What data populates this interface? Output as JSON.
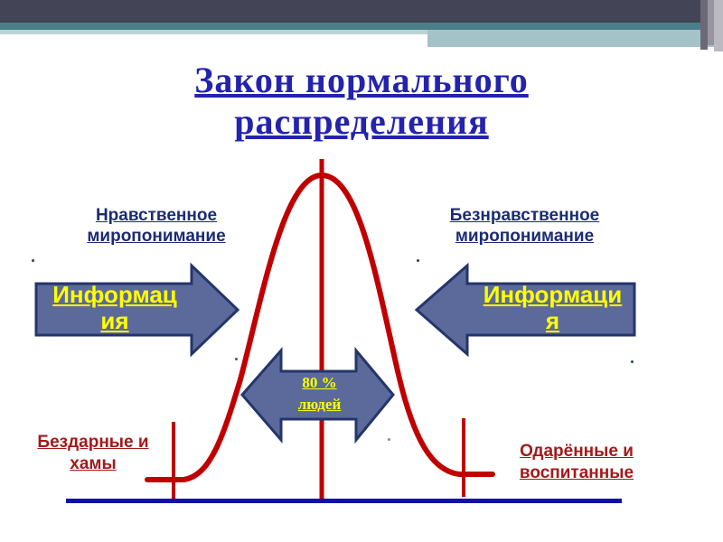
{
  "title": "Закон нормального распределения",
  "labels": {
    "top_left": "Нравственное миропонимание",
    "top_right": "Безнравственное миропонимание",
    "bottom_left": "Бездарные и хамы",
    "bottom_right": "Одарённые и воспитанные"
  },
  "arrows": {
    "left": {
      "line1": "Информац",
      "line2": "ия"
    },
    "right": {
      "line1": "Информаци",
      "line2": "я"
    },
    "center": {
      "line1": "80 %",
      "line2": "людей"
    }
  },
  "diagram": {
    "type": "normal-distribution-bell-curve",
    "center_share_label": "80 % людей"
  },
  "colors": {
    "title_blue": "#2323AE",
    "navy_text": "#1B2C74",
    "dark_red_text": "#A21A1A",
    "curve_red": "#C00000",
    "arrow_fill": "#5C6A9B",
    "arrow_border": "#23366B",
    "arrow_text_yellow": "#FFFF00",
    "baseline_blue": "#1111A8",
    "header_dark": "#434456",
    "header_teal": "#4A7F88",
    "header_pale": "#A4C3C8"
  }
}
